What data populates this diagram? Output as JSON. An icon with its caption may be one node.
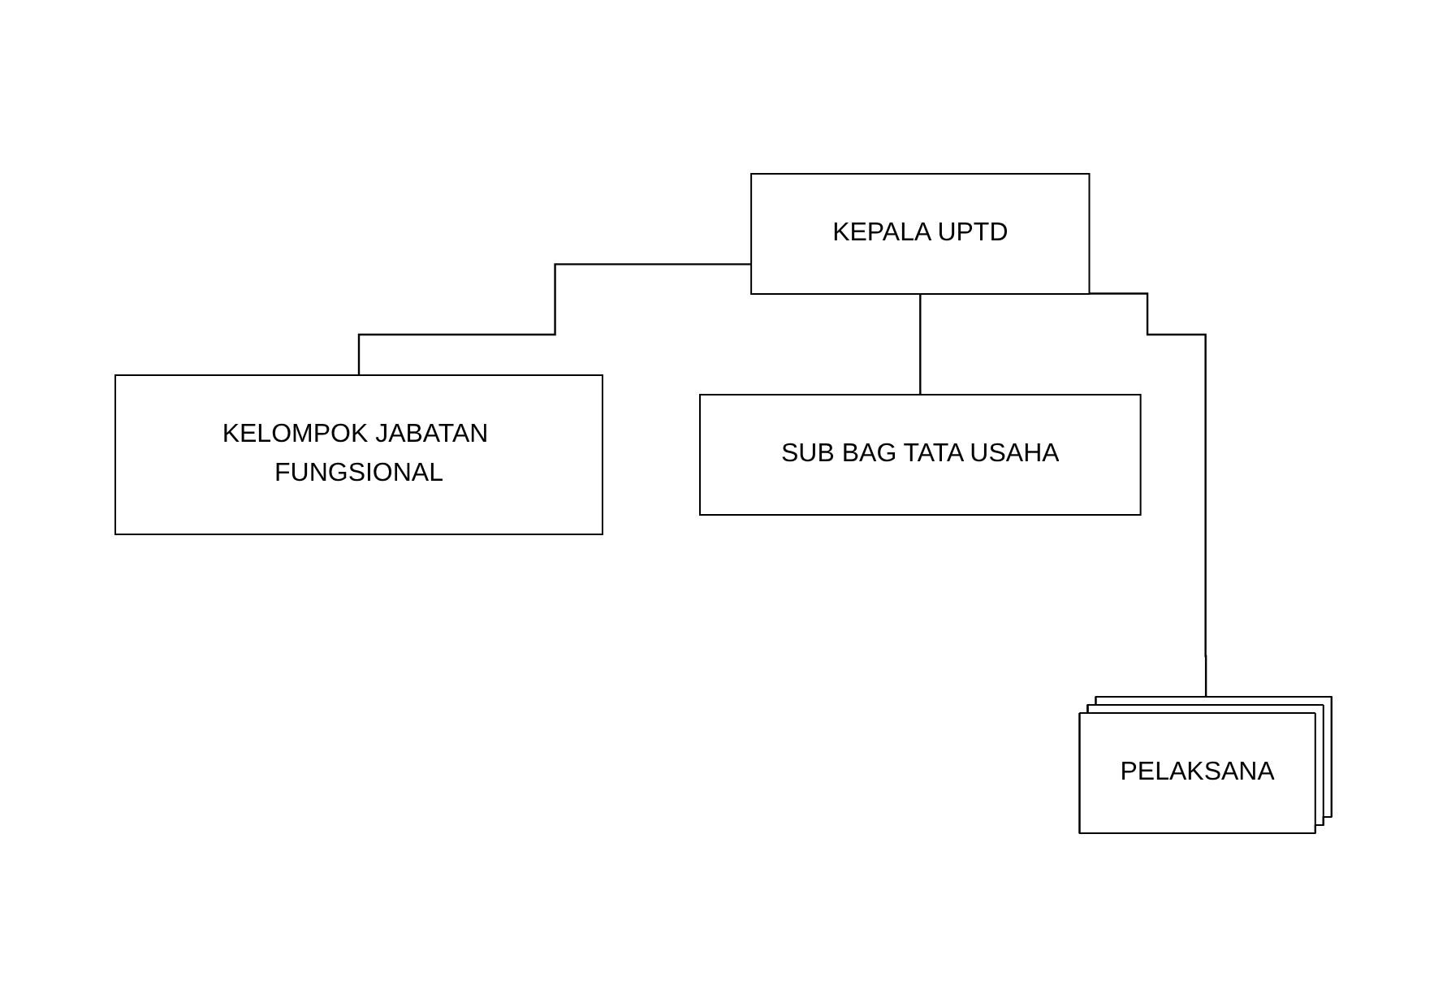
{
  "diagram": {
    "nodes": [
      {
        "text": [
          "KEPALA UPTD"
        ]
      },
      {
        "text": [
          "KELOMPOK JABATAN FUNGSIONAL"
        ]
      },
      {
        "text": [
          "SUB BAG TATA USAHA"
        ]
      },
      {
        "text": [
          "PELAKSANA"
        ]
      }
    ],
    "edges": [
      {
        "from": 0,
        "to": 1,
        "arrow": "none"
      },
      {
        "from": 0,
        "to": 2,
        "arrow": "none"
      },
      {
        "from": 0,
        "to": 3,
        "arrow": "none"
      }
    ]
  }
}
